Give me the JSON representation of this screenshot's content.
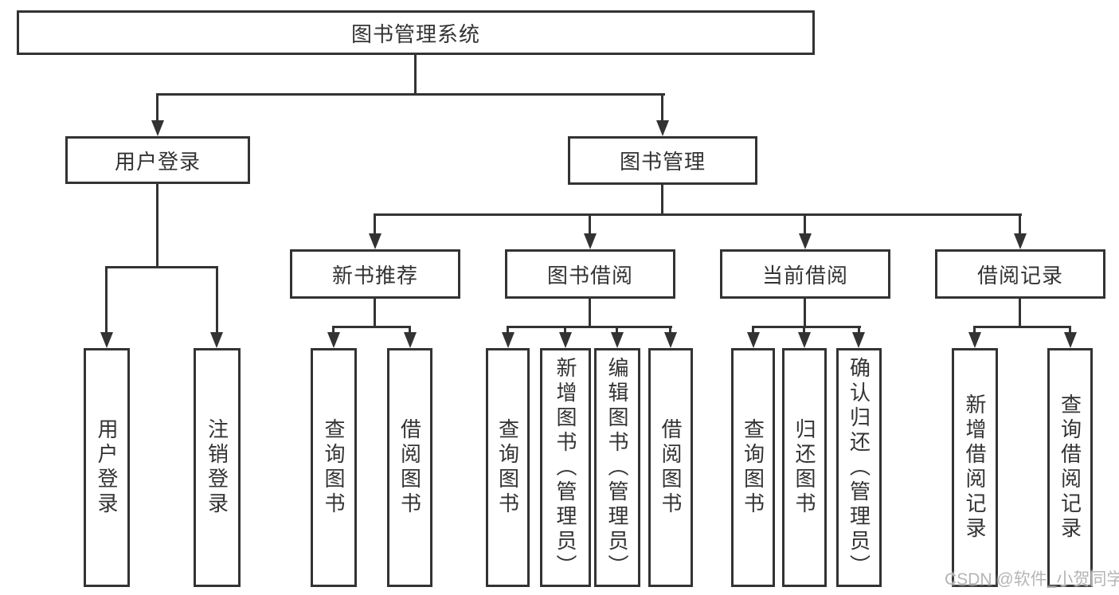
{
  "diagram": {
    "root": {
      "label": "图书管理系统"
    },
    "level2": {
      "user_login": {
        "label": "用户登录",
        "children": {
          "login": {
            "label": "用户登录"
          },
          "logout": {
            "label": "注销登录"
          }
        }
      },
      "book_management": {
        "label": "图书管理",
        "children": {
          "new_book_recommend": {
            "label": "新书推荐",
            "children": {
              "query_book": {
                "label": "查询图书"
              },
              "borrow_book": {
                "label": "借阅图书"
              }
            }
          },
          "book_borrowing": {
            "label": "图书借阅",
            "children": {
              "query_book": {
                "label": "查询图书"
              },
              "add_book_admin": {
                "label": "新增图书（管理员）"
              },
              "edit_book_admin": {
                "label": "编辑图书（管理员）"
              },
              "borrow_book": {
                "label": "借阅图书"
              }
            }
          },
          "current_borrowing": {
            "label": "当前借阅",
            "children": {
              "query_book": {
                "label": "查询图书"
              },
              "return_book": {
                "label": "归还图书"
              },
              "confirm_return_admin": {
                "label": "确认归还（管理员）"
              }
            }
          },
          "borrowing_records": {
            "label": "借阅记录",
            "children": {
              "add_record": {
                "label": "新增借阅记录"
              },
              "query_record": {
                "label": "查询借阅记录"
              }
            }
          }
        }
      }
    },
    "watermark": {
      "text": "CSDN @软件_小贺同学"
    },
    "colors": {
      "line": "#333333",
      "text": "#333333",
      "watermark": "#b5b5b5",
      "background": "#ffffff"
    }
  }
}
